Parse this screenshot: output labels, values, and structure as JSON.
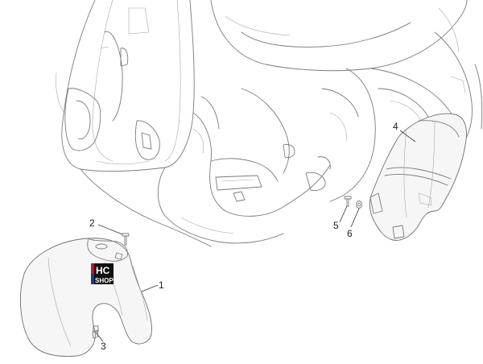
{
  "callouts": [
    {
      "id": "1",
      "label": "1"
    },
    {
      "id": "2",
      "label": "2"
    },
    {
      "id": "3",
      "label": "3"
    },
    {
      "id": "4",
      "label": "4"
    },
    {
      "id": "5",
      "label": "5"
    },
    {
      "id": "6",
      "label": "6"
    }
  ],
  "watermark": {
    "top_text": "HC",
    "bottom_text": "SHOP",
    "colors": {
      "red": "#c8102e",
      "blue": "#1a3a8a",
      "dark": "#111111"
    }
  }
}
